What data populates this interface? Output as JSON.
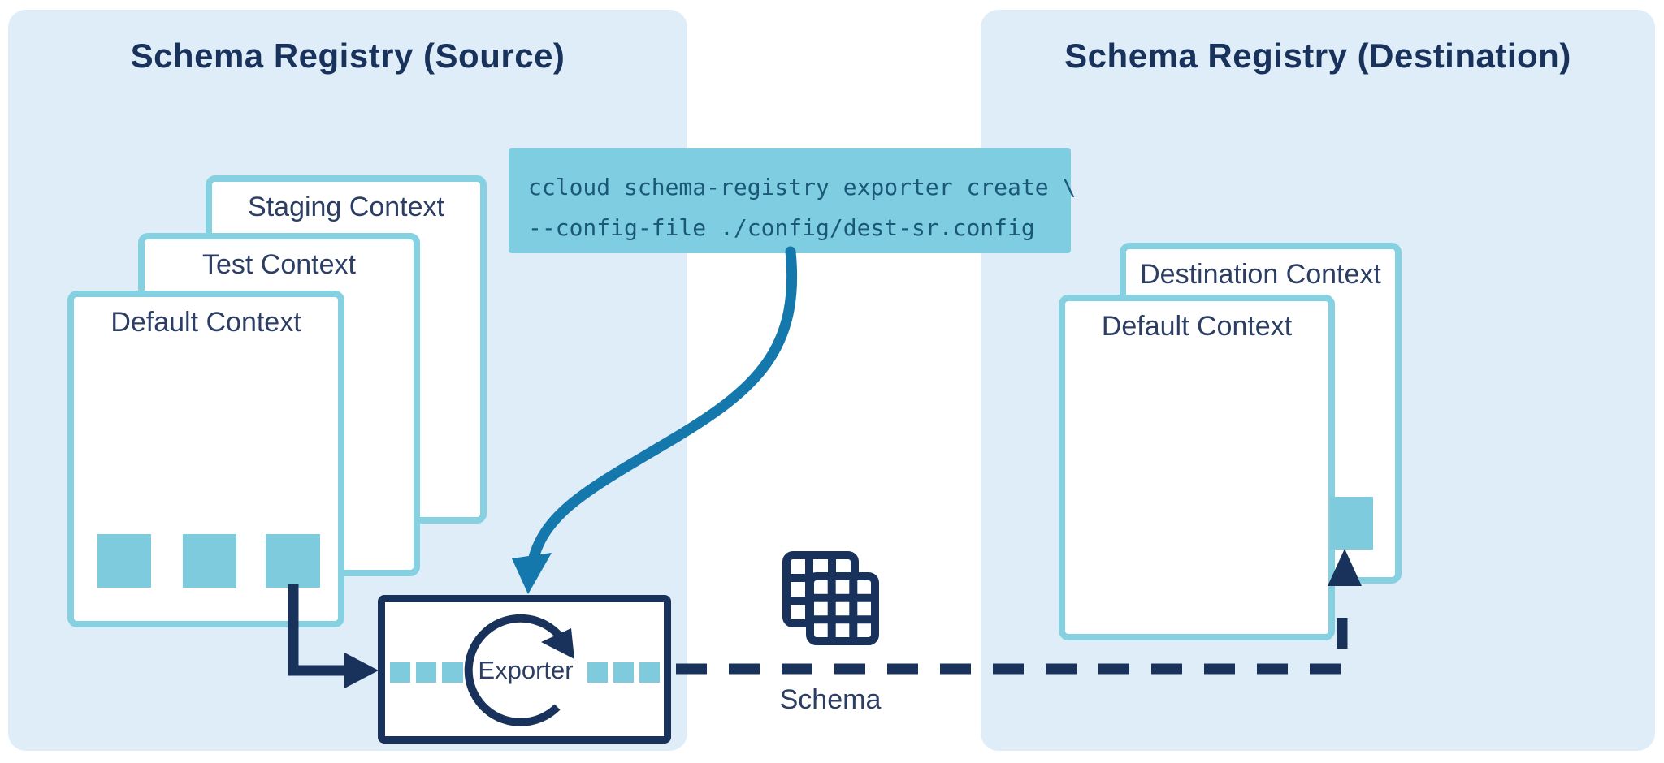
{
  "source_panel": {
    "title": "Schema Registry (Source)",
    "contexts": [
      "Staging Context",
      "Test Context",
      "Default Context"
    ]
  },
  "destination_panel": {
    "title": "Schema Registry (Destination)",
    "contexts": [
      "Destination Context",
      "Default Context"
    ]
  },
  "command_box": {
    "line1": "ccloud schema-registry exporter create \\",
    "line2": "--config-file ./config/dest-sr.config"
  },
  "exporter": {
    "label": "Exporter"
  },
  "schema": {
    "label": "Schema"
  },
  "icons": [
    "sync-loop-icon",
    "schema-grid-icon",
    "solid-arrow",
    "dashed-arrow",
    "curved-command-arrow"
  ],
  "colors": {
    "panel_background": "#DEEDF8",
    "card_border_teal": "#85D1E1",
    "teal_fill": "#7FCBDE",
    "command_box_background": "#7FCDE0",
    "command_text": "#1B5878",
    "navy": "#18325B",
    "label_navy": "#2C3E63",
    "curved_arrow_blue": "#1478AD",
    "card_background": "#FFFFFF"
  }
}
